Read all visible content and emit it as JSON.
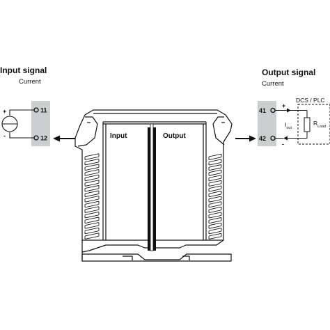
{
  "input": {
    "title": "Input signal",
    "subtitle": "Current",
    "terminal_top": "11",
    "terminal_bottom": "12",
    "plus": "+",
    "minus": "-"
  },
  "output": {
    "title": "Output signal",
    "subtitle": "Current",
    "terminal_top": "41",
    "terminal_bottom": "42",
    "plus": "+",
    "minus": "-",
    "system": "DCS / PLC",
    "current_main": "I",
    "current_sub": "out",
    "load_main": "R",
    "load_sub": "Load"
  },
  "module": {
    "left_label": "Input",
    "right_label": "Output"
  },
  "colors": {
    "terminal_block": "#c9d0d0",
    "line": "#111111",
    "background": "#ffffff"
  }
}
